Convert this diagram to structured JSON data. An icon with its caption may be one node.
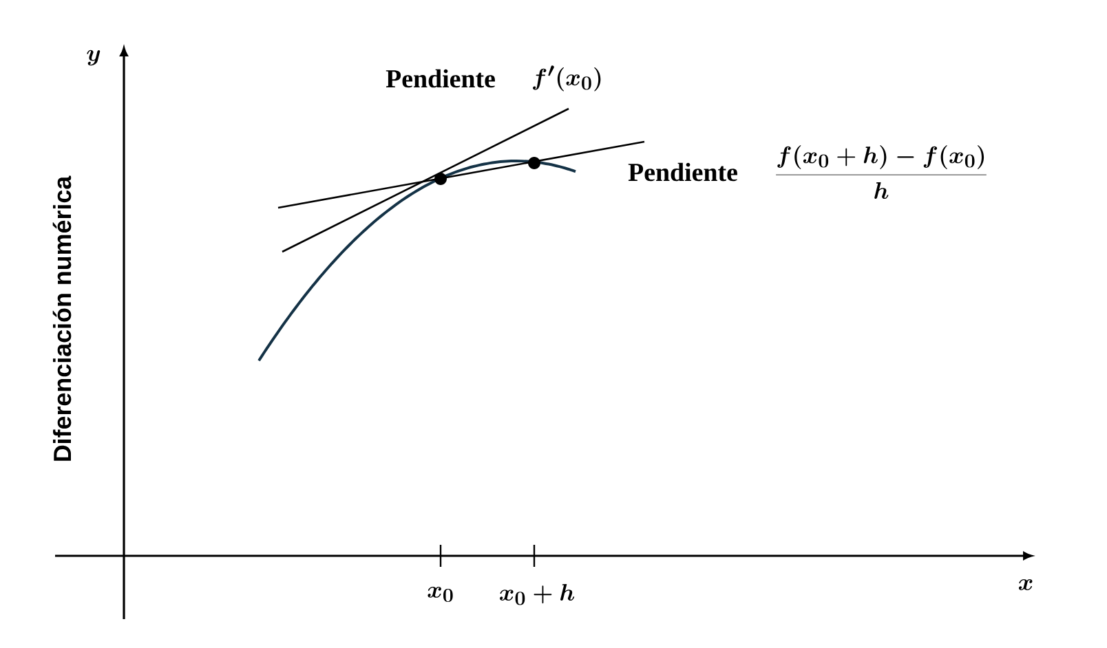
{
  "diagram": {
    "labels": [
      "y",
      "Diferenciación numérica",
      "Pendiente",
      "f'(x_0)",
      "Pendiente",
      "\\frac{f(x_0 + h) - f(x_0)}{h}",
      "x_0",
      "x_0 + h",
      "x"
    ]
  }
}
